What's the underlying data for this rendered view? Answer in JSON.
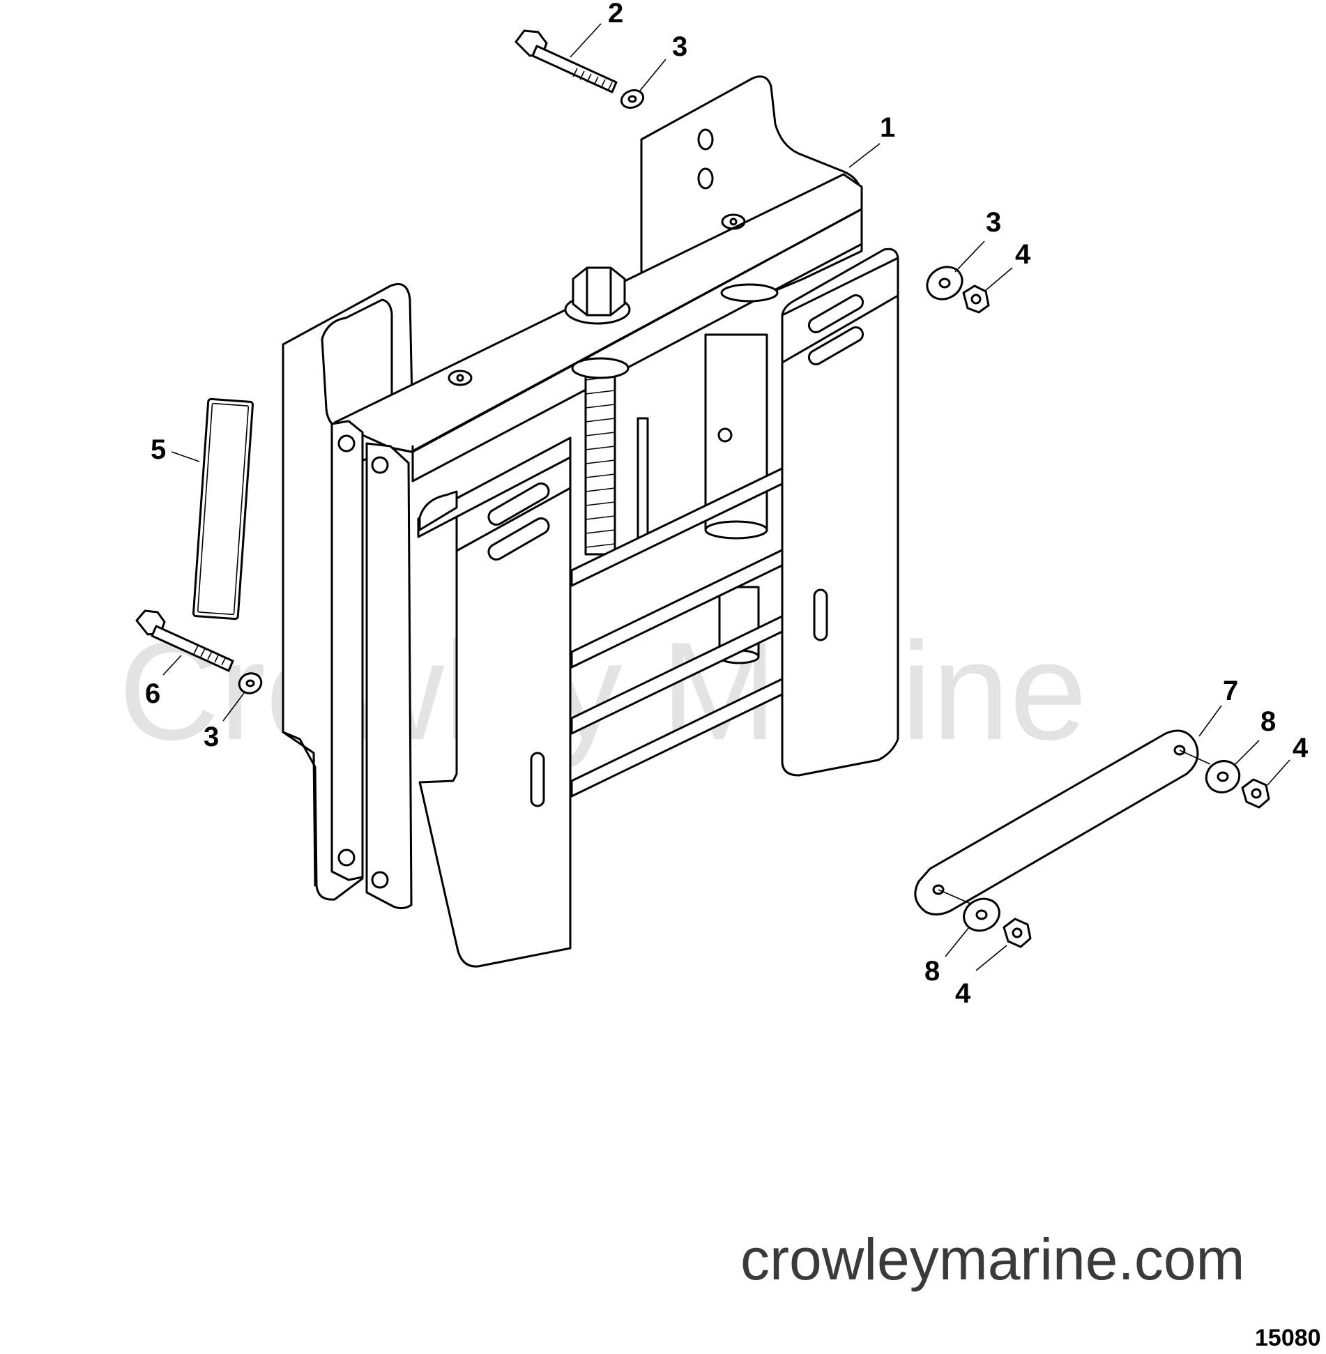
{
  "diagram": {
    "watermark": "Crowley Marine",
    "website": "crowleymarine.com",
    "figure_number": "15080",
    "callouts": [
      {
        "id": "c1",
        "label": "1"
      },
      {
        "id": "c2",
        "label": "2"
      },
      {
        "id": "c3a",
        "label": "3"
      },
      {
        "id": "c3b",
        "label": "3"
      },
      {
        "id": "c3c",
        "label": "3"
      },
      {
        "id": "c4a",
        "label": "4"
      },
      {
        "id": "c4b",
        "label": "4"
      },
      {
        "id": "c4c",
        "label": "4"
      },
      {
        "id": "c5",
        "label": "5"
      },
      {
        "id": "c6",
        "label": "6"
      },
      {
        "id": "c7",
        "label": "7"
      },
      {
        "id": "c8a",
        "label": "8"
      },
      {
        "id": "c8b",
        "label": "8"
      }
    ]
  },
  "colors": {
    "line": "#000000",
    "watermark": "#e3e3e3",
    "website_text": "#3a3a3a",
    "background": "#ffffff"
  }
}
